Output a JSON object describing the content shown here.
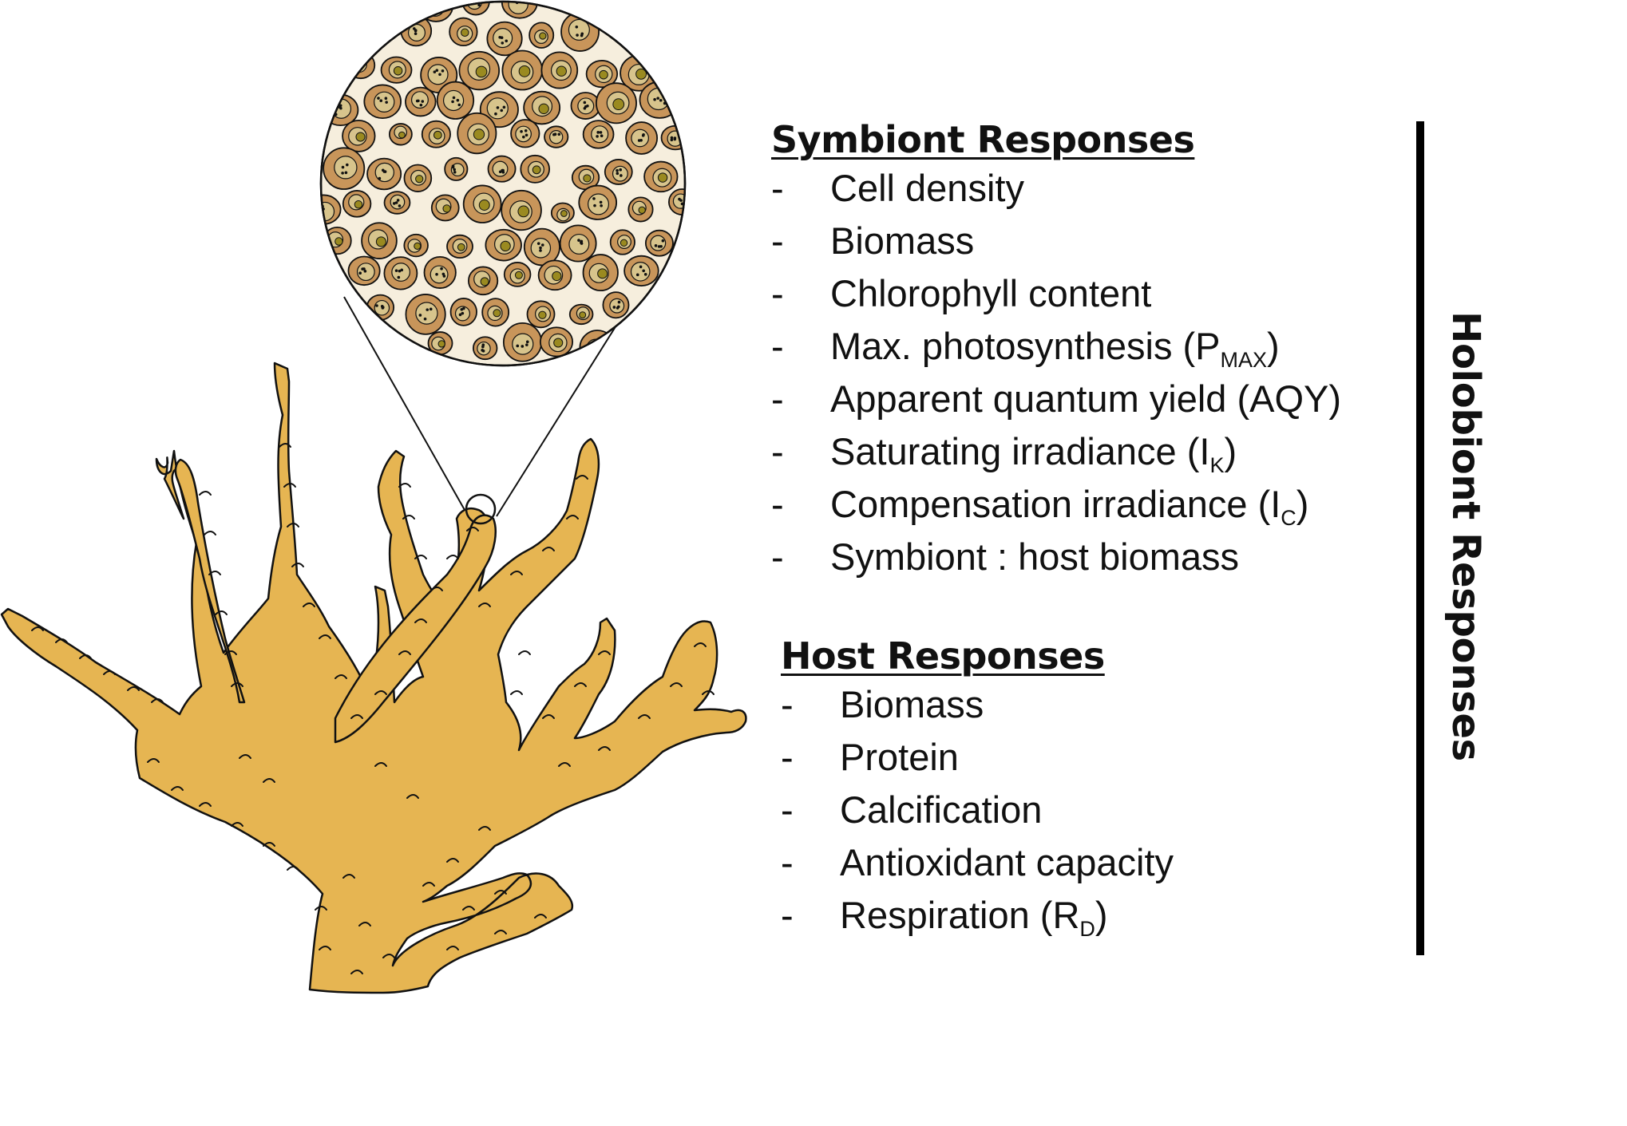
{
  "symbiont": {
    "heading": "Symbiont Responses",
    "items": [
      {
        "text": "Cell density"
      },
      {
        "text": "Biomass"
      },
      {
        "text": "Chlorophyll content"
      },
      {
        "text": "Max. photosynthesis (P",
        "sub": "MAX",
        "after": ")"
      },
      {
        "text": "Apparent quantum yield (AQY)"
      },
      {
        "text": "Saturating irradiance (I",
        "sub": "K",
        "after": ")"
      },
      {
        "text": "Compensation irradiance (I",
        "sub": "C",
        "after": ")"
      },
      {
        "text": "Symbiont : host biomass"
      }
    ]
  },
  "host": {
    "heading": "Host Responses",
    "items": [
      {
        "text": "Biomass"
      },
      {
        "text": "Protein"
      },
      {
        "text": "Calcification"
      },
      {
        "text": "Antioxidant capacity"
      },
      {
        "text": "Respiration (R",
        "sub": "D",
        "after": ")"
      }
    ]
  },
  "holobiont": {
    "label": "Holobiont Responses"
  },
  "bullet": "-",
  "colors": {
    "coral_fill": "#e6b552",
    "host_cell": "#c8955a",
    "symbiont_inner": "#d7c48c",
    "accent_dot": "#9a8a20",
    "outline": "#111111"
  },
  "icons": [
    "coral-illustration",
    "magnified-cell-view"
  ]
}
